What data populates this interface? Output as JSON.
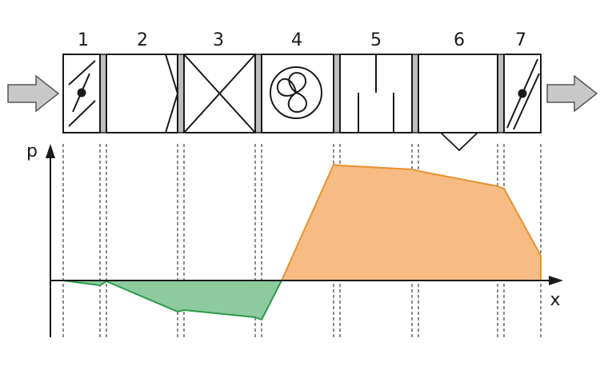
{
  "sections": [
    {
      "number": "1",
      "component": "damper"
    },
    {
      "number": "2",
      "component": "filter"
    },
    {
      "number": "3",
      "component": "heat-exchanger"
    },
    {
      "number": "4",
      "component": "fan"
    },
    {
      "number": "5",
      "component": "silencer"
    },
    {
      "number": "6",
      "component": "chamber"
    },
    {
      "number": "7",
      "component": "damper"
    }
  ],
  "axes": {
    "y_label": "p",
    "x_label": "x"
  },
  "colors": {
    "negative_fill": "#8dcb9f",
    "negative_line": "#2a9a4a",
    "positive_fill": "#f6bc84",
    "positive_line": "#e8912e",
    "arrow_fill": "#c8c8c8",
    "separator_fill": "#bdbdbd",
    "stroke": "#1a1a1a"
  }
}
